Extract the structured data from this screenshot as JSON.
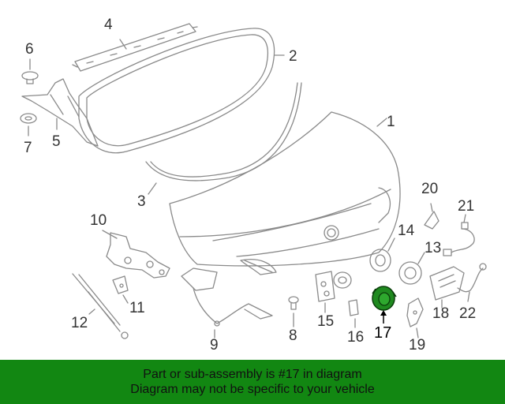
{
  "diagram": {
    "callouts": [
      "1",
      "2",
      "3",
      "4",
      "5",
      "6",
      "7",
      "8",
      "9",
      "10",
      "11",
      "12",
      "13",
      "14",
      "15",
      "16",
      "17",
      "18",
      "19",
      "20",
      "21",
      "22"
    ],
    "highlighted_part": "17",
    "highlight_color": "#1f8a1f",
    "line_color": "#8a8a8a"
  },
  "banner": {
    "line1": "Part or sub-assembly is #17 in diagram",
    "line2": "Diagram may not be specific to your vehicle",
    "background": "#128712"
  }
}
